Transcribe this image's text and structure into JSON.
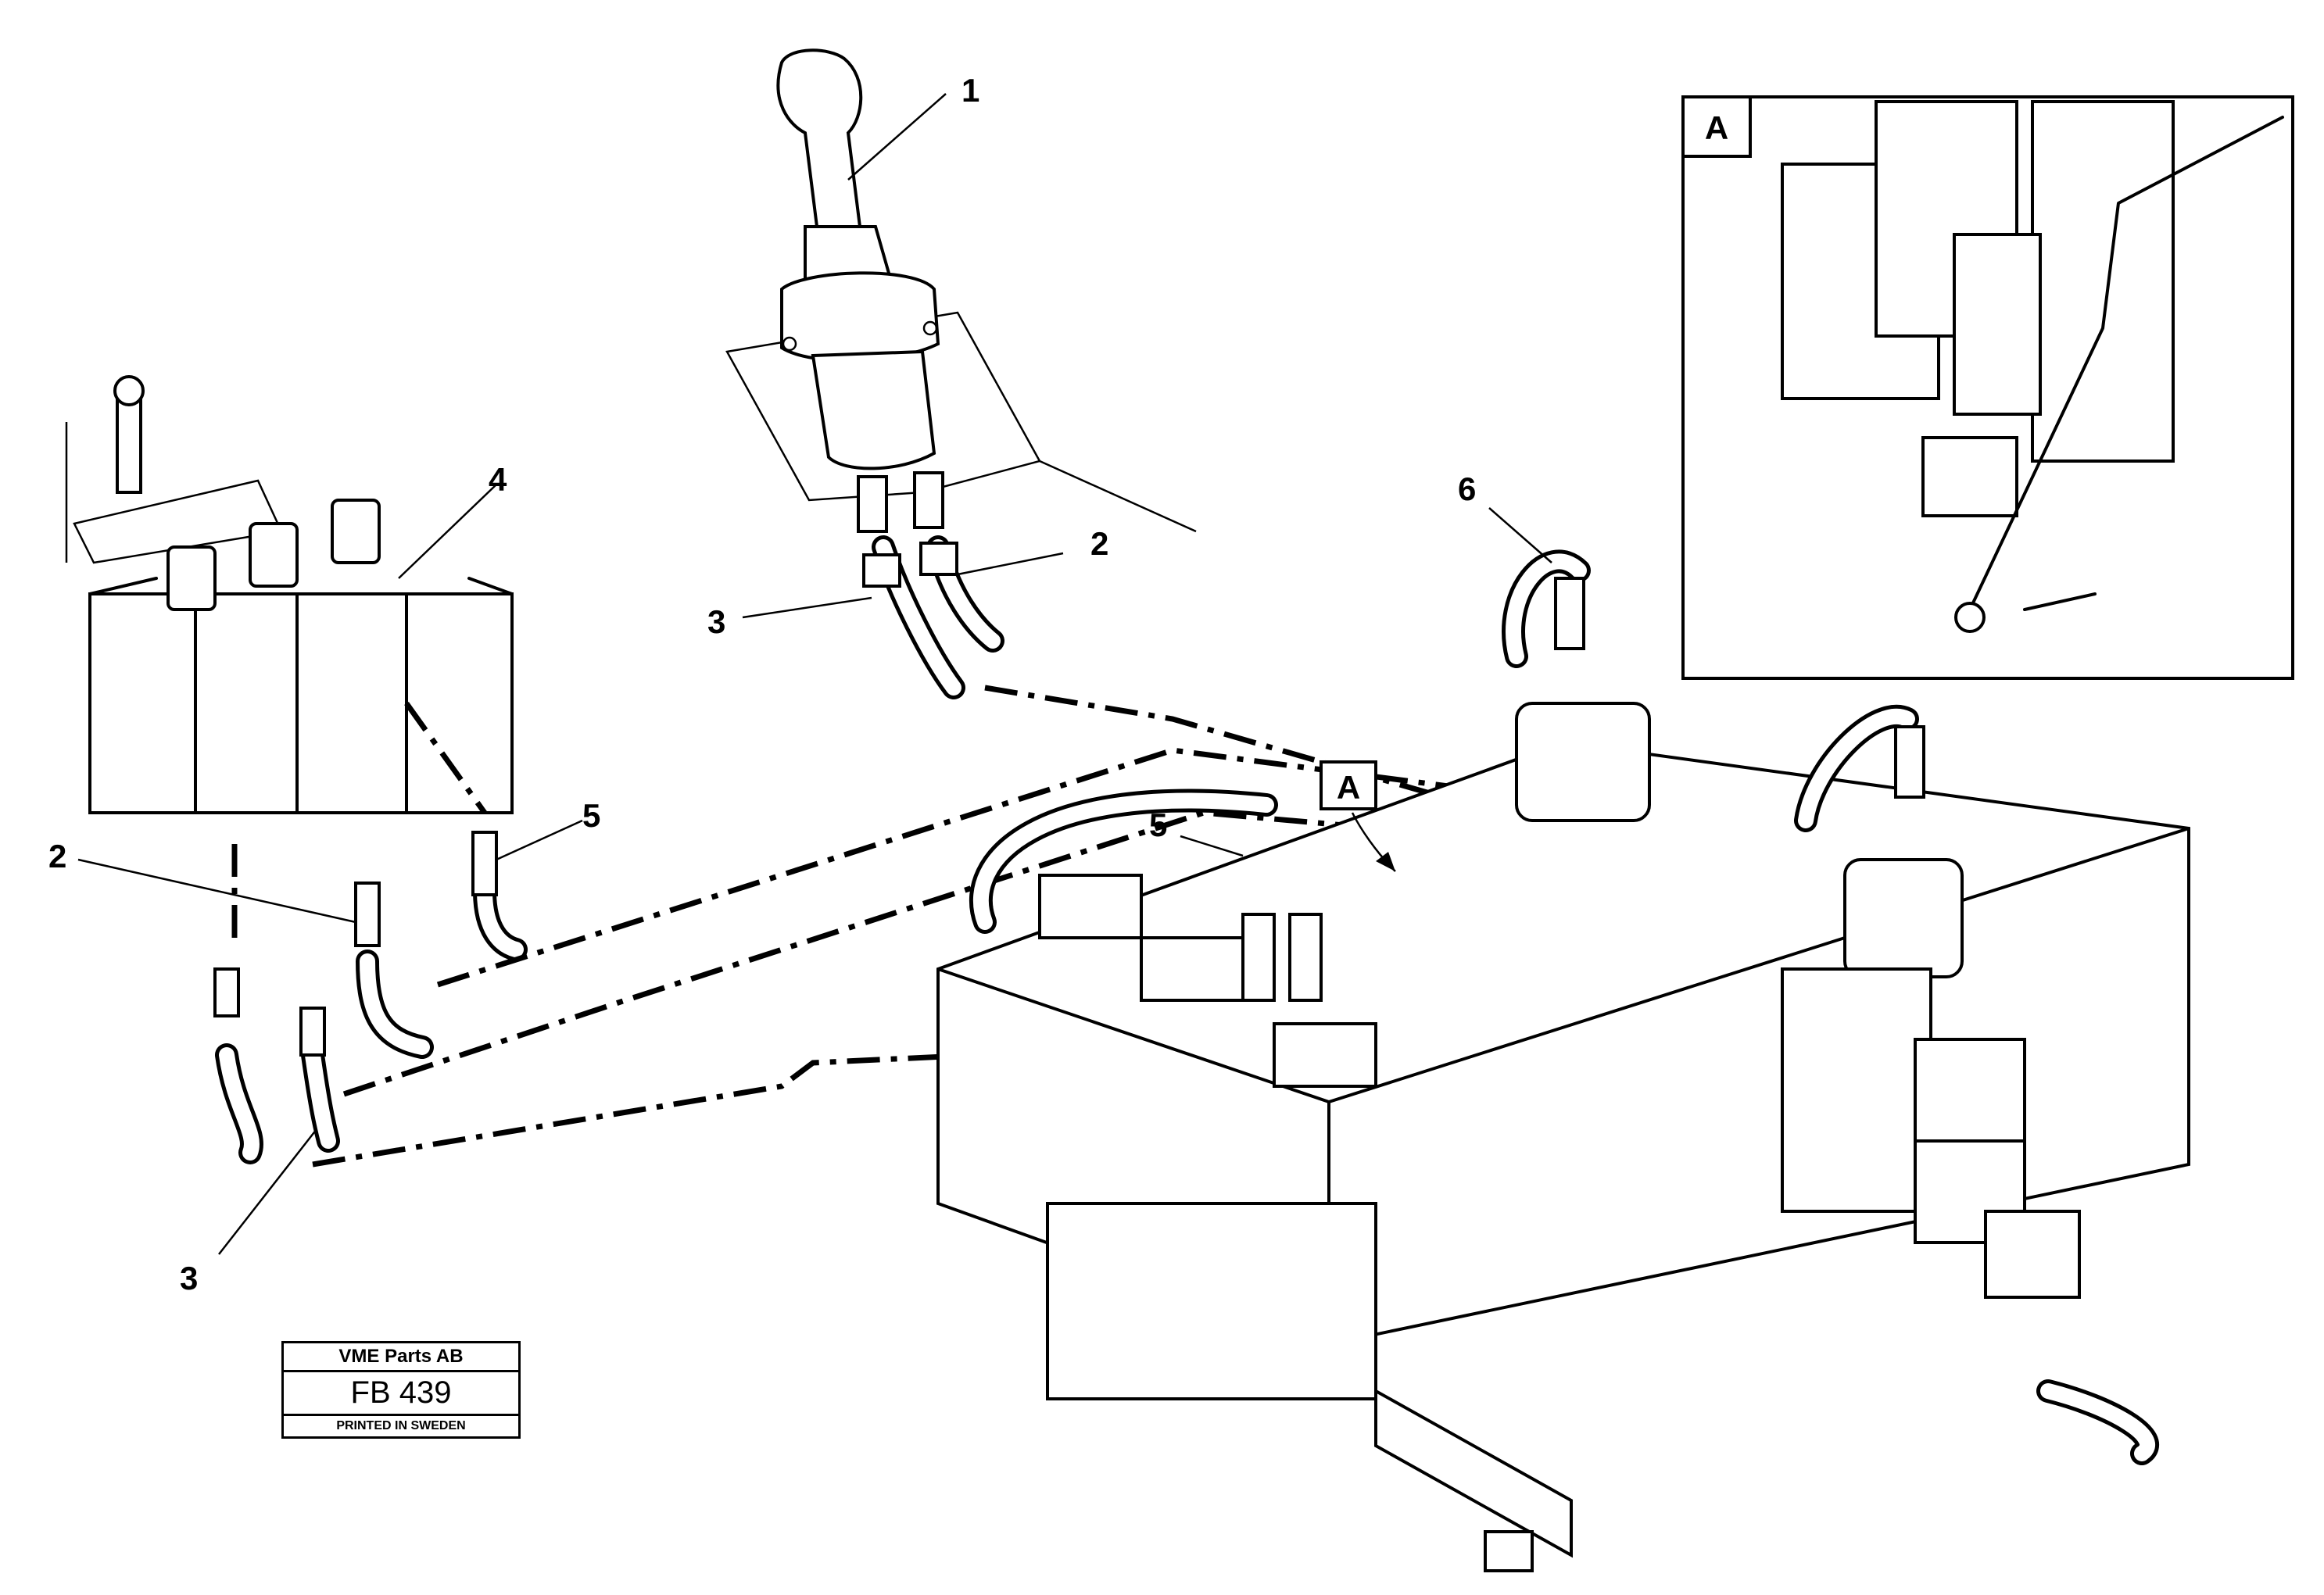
{
  "callouts": {
    "c1": "1",
    "c2_top": "2",
    "c3_top": "3",
    "c4": "4",
    "c2_left": "2",
    "c5_left": "5",
    "c3_left": "3",
    "c5_mid": "5",
    "c6": "6",
    "detail_ref": "A"
  },
  "detail": {
    "label": "A"
  },
  "title_block": {
    "company": "VME Parts AB",
    "code": "FB 439",
    "printed": "PRINTED IN SWEDEN"
  }
}
